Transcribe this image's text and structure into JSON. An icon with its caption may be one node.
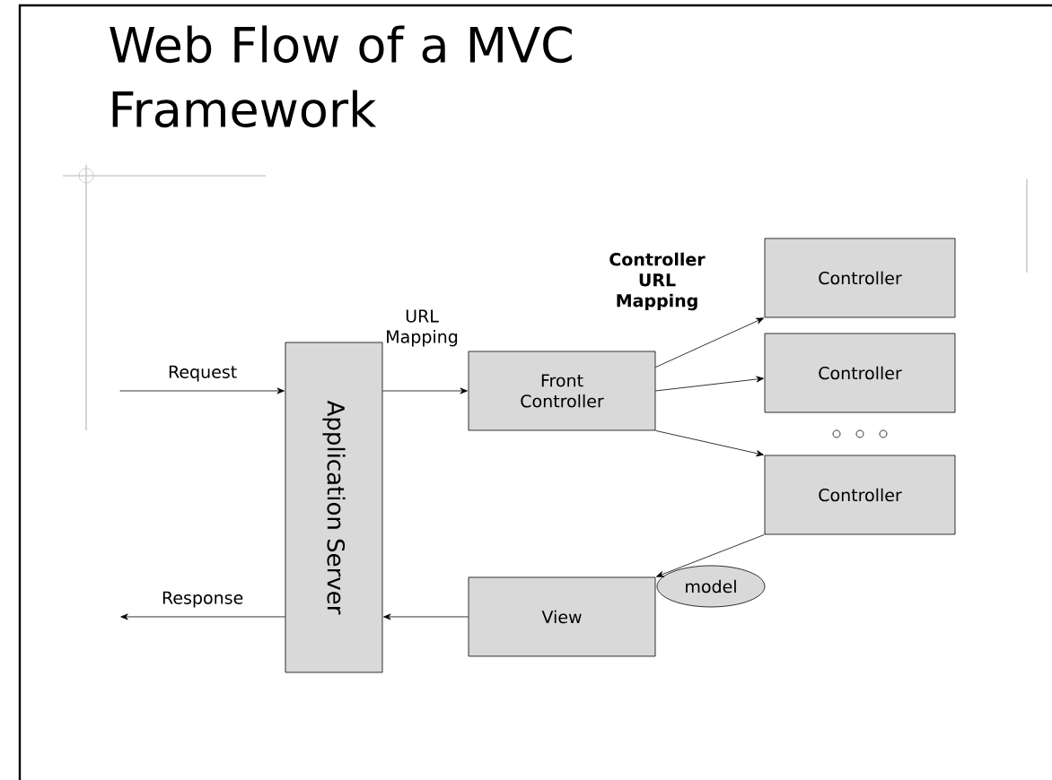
{
  "diagram": {
    "title": "Web Flow of a MVC Framework",
    "nodes": [
      {
        "text": [
          "Application Server"
        ]
      },
      {
        "text": [
          "Front Controller"
        ]
      },
      {
        "text": [
          "Controller"
        ]
      },
      {
        "text": [
          "Controller"
        ]
      },
      {
        "text": [
          "Controller"
        ]
      },
      {
        "text": [
          "model"
        ]
      },
      {
        "text": [
          "View"
        ]
      }
    ],
    "edges": [
      {
        "from": null,
        "to": 0,
        "arrow": "to",
        "label": "Request"
      },
      {
        "from": 0,
        "to": 1,
        "arrow": "to"
      },
      {
        "from": 1,
        "to": 2,
        "arrow": "to"
      },
      {
        "from": 1,
        "to": 3,
        "arrow": "to"
      },
      {
        "from": 1,
        "to": 4,
        "arrow": "to"
      },
      {
        "from": 4,
        "to": 6,
        "arrow": "to"
      },
      {
        "from": 6,
        "to": 0,
        "arrow": "to"
      },
      {
        "from": 0,
        "to": null,
        "arrow": "to",
        "label": "Response"
      }
    ],
    "labels": [
      "URL Mapping",
      "**Controller URL Mapping**"
    ]
  }
}
